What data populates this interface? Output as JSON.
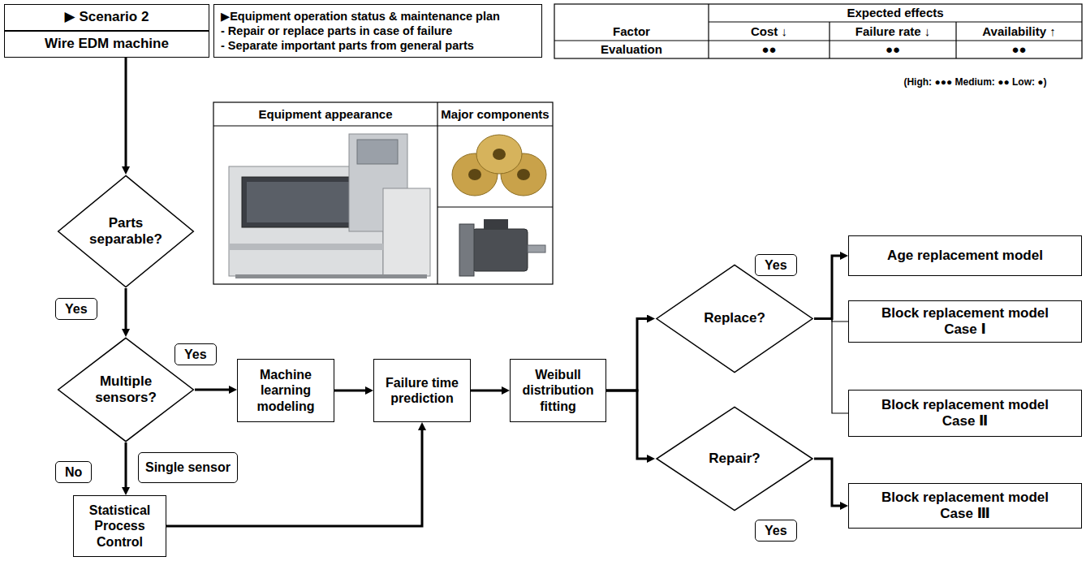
{
  "diagram": {
    "nodes": [
      {
        "text": [
          "▶ Scenario 2"
        ]
      },
      {
        "text": [
          "Wire EDM machine"
        ]
      },
      {
        "text": [
          "▶Equipment operation status & maintenance plan",
          "- Repair or replace parts in case of failure",
          "- Separate important parts from general parts"
        ]
      },
      {
        "text": [
          "Parts separable?"
        ]
      },
      {
        "text": [
          "Multiple sensors?"
        ]
      },
      {
        "text": [
          "Machine learning modeling"
        ]
      },
      {
        "text": [
          "Failure time prediction"
        ]
      },
      {
        "text": [
          "Weibull distribution fitting"
        ]
      },
      {
        "text": [
          "Replace?"
        ]
      },
      {
        "text": [
          "Repair?"
        ]
      },
      {
        "text": [
          "Age replacement model"
        ]
      },
      {
        "text": [
          "Block replacement model Case Ⅰ"
        ]
      },
      {
        "text": [
          "Block replacement model Case Ⅱ"
        ]
      },
      {
        "text": [
          "Block replacement model Case Ⅲ"
        ]
      },
      {
        "text": [
          "Statistical Process Control"
        ]
      }
    ],
    "edges": [
      {
        "from": 1,
        "to": 3,
        "arrow": "to"
      },
      {
        "from": 3,
        "to": 4,
        "label": "Yes",
        "arrow": "to"
      },
      {
        "from": 4,
        "to": 5,
        "label": "Yes",
        "arrow": "to"
      },
      {
        "from": 4,
        "to": 14,
        "label": "No",
        "arrow": "to"
      },
      {
        "from": 5,
        "to": 6,
        "arrow": "to"
      },
      {
        "from": 14,
        "to": 6,
        "arrow": "to"
      },
      {
        "from": 6,
        "to": 7,
        "arrow": "to"
      },
      {
        "from": 7,
        "to": 8,
        "arrow": "to"
      },
      {
        "from": 7,
        "to": 9,
        "arrow": "to"
      },
      {
        "from": 8,
        "to": 10,
        "label": "Yes",
        "arrow": "to"
      },
      {
        "from": 8,
        "to": 11,
        "arrow": "none"
      },
      {
        "from": 8,
        "to": 12,
        "arrow": "none"
      },
      {
        "from": 9,
        "to": 13,
        "label": "Yes",
        "arrow": "to"
      }
    ],
    "labels": [
      "Equipment appearance",
      "Major components",
      "Expected effects",
      "Factor",
      "Cost ↓",
      "Failure rate ↓",
      "Availability ↑",
      "Evaluation",
      "●●",
      "●●",
      "●●",
      "(High: ●●● Medium: ●● Low: ●)",
      "Single sensor"
    ]
  }
}
